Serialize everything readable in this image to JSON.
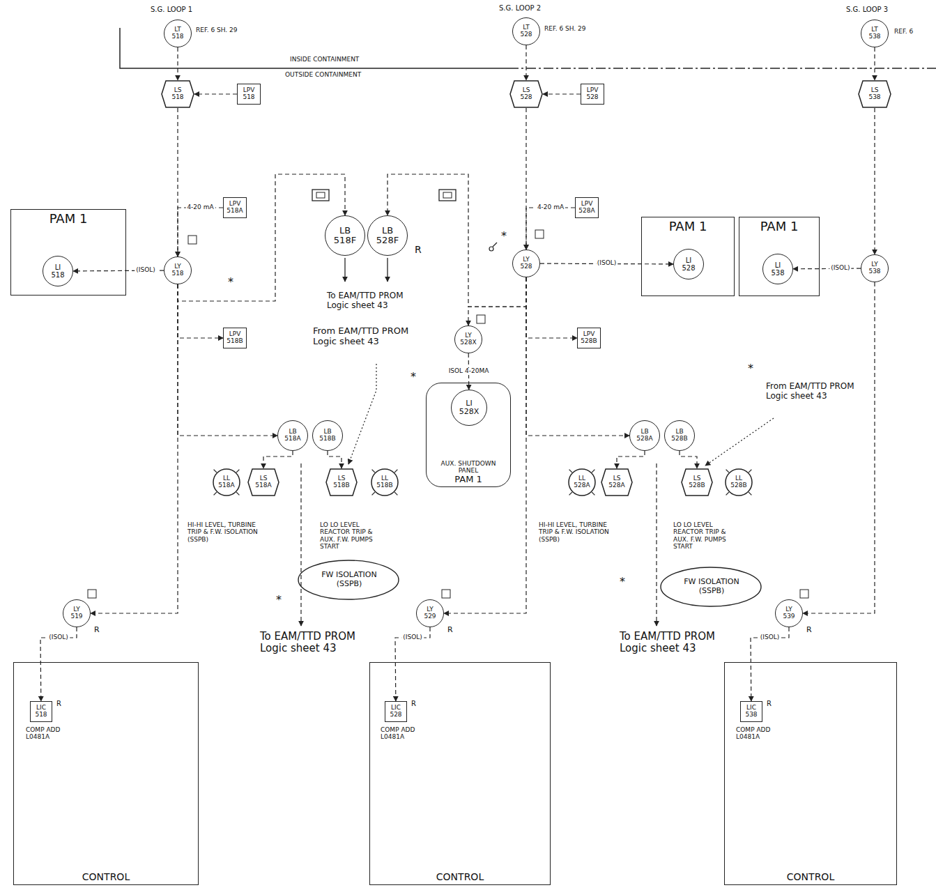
{
  "diagram": {
    "nodes": [
      {
        "text": [
          "LT",
          "518"
        ]
      },
      {
        "text": [
          "LS",
          "518"
        ]
      },
      {
        "text": [
          "LPV",
          "518"
        ]
      },
      {
        "text": [
          "LT",
          "528"
        ]
      },
      {
        "text": [
          "LS",
          "528"
        ]
      },
      {
        "text": [
          "LPV",
          "528"
        ]
      },
      {
        "text": [
          "LT",
          "538"
        ]
      },
      {
        "text": [
          "LS",
          "538"
        ]
      },
      {
        "text": [
          "PAM 1"
        ]
      },
      {
        "text": [
          "LI",
          "518"
        ],
        "in": 8
      },
      {
        "text": [
          "LPV",
          "518A"
        ]
      },
      {
        "text": [
          "LB",
          "518F"
        ]
      },
      {
        "text": [
          "LB",
          "528F"
        ]
      },
      {
        "text": [
          "LPV",
          "528A"
        ]
      },
      {
        "text": [
          "LY",
          "518"
        ]
      },
      {
        "text": [
          "LY",
          "528"
        ]
      },
      {
        "text": [
          "PAM 1"
        ]
      },
      {
        "text": [
          "LI",
          "528"
        ],
        "in": 16
      },
      {
        "text": [
          "PAM 1"
        ]
      },
      {
        "text": [
          "LI",
          "538"
        ],
        "in": 18
      },
      {
        "text": [
          "LY",
          "538"
        ]
      },
      {
        "text": [
          "LPV",
          "518B"
        ]
      },
      {
        "text": [
          "LY",
          "528X"
        ]
      },
      {
        "text": [
          "LPV",
          "528B"
        ]
      },
      {
        "text": [
          "AUX. SHUTDOWN PANEL",
          "PAM 1"
        ]
      },
      {
        "text": [
          "LI",
          "528X"
        ],
        "in": 24
      },
      {
        "text": [
          "LB",
          "518A"
        ]
      },
      {
        "text": [
          "LB",
          "518B"
        ]
      },
      {
        "text": [
          "LB",
          "528A"
        ]
      },
      {
        "text": [
          "LB",
          "528B"
        ]
      },
      {
        "text": [
          "LL",
          "518A"
        ]
      },
      {
        "text": [
          "LS",
          "518A"
        ]
      },
      {
        "text": [
          "LS",
          "518B"
        ]
      },
      {
        "text": [
          "LL",
          "518B"
        ]
      },
      {
        "text": [
          "LL",
          "528A"
        ]
      },
      {
        "text": [
          "LS",
          "528A"
        ]
      },
      {
        "text": [
          "LS",
          "528B"
        ]
      },
      {
        "text": [
          "LL",
          "528B"
        ]
      },
      {
        "text": [
          "LY",
          "519"
        ]
      },
      {
        "text": [
          "LY",
          "529"
        ]
      },
      {
        "text": [
          "LY",
          "539"
        ]
      },
      {
        "text": [
          "CONTROL"
        ]
      },
      {
        "text": [
          "LIC",
          "518"
        ],
        "in": 41
      },
      {
        "text": [
          "CONTROL"
        ]
      },
      {
        "text": [
          "LIC",
          "528"
        ],
        "in": 43
      },
      {
        "text": [
          "CONTROL"
        ]
      },
      {
        "text": [
          "LIC",
          "538"
        ],
        "in": 45
      }
    ],
    "edges": [
      {
        "from": 0,
        "to": 1,
        "arrow": "to"
      },
      {
        "from": 2,
        "to": 1,
        "arrow": "to"
      },
      {
        "from": 1,
        "to": 14,
        "arrow": "to"
      },
      {
        "from": 14,
        "to": 9,
        "label": "(ISOL)",
        "arrow": "to"
      },
      {
        "from": 10,
        "to": 14,
        "label": "4-20 mA",
        "arrow": "to"
      },
      {
        "from": 14,
        "to": 11,
        "arrow": "to"
      },
      {
        "from": 15,
        "to": 12,
        "arrow": "to"
      },
      {
        "from": 15,
        "to": 22,
        "arrow": "to"
      },
      {
        "from": 22,
        "to": 25,
        "label": "ISOL 4-20MA",
        "arrow": "to"
      },
      {
        "from": 14,
        "to": 21,
        "arrow": "to"
      },
      {
        "from": 14,
        "to": 26,
        "arrow": "to"
      },
      {
        "from": 14,
        "to": 38,
        "arrow": "to"
      },
      {
        "from": 13,
        "to": 15,
        "label": "4-20 mA",
        "arrow": "to"
      },
      {
        "from": 3,
        "to": 4,
        "arrow": "to"
      },
      {
        "from": 5,
        "to": 4,
        "arrow": "to"
      },
      {
        "from": 4,
        "to": 15,
        "arrow": "to"
      },
      {
        "from": 15,
        "to": 17,
        "label": "(ISOL)",
        "arrow": "to"
      },
      {
        "from": 15,
        "to": 23,
        "arrow": "to"
      },
      {
        "from": 15,
        "to": 28,
        "arrow": "to"
      },
      {
        "from": 15,
        "to": 39,
        "arrow": "to"
      },
      {
        "from": 6,
        "to": 7,
        "arrow": "to"
      },
      {
        "from": 7,
        "to": 20,
        "arrow": "to"
      },
      {
        "from": 20,
        "to": 19,
        "label": "(ISOL)",
        "arrow": "to"
      },
      {
        "from": 20,
        "to": 40,
        "arrow": "to"
      },
      {
        "from": 26,
        "to": 31,
        "arrow": "to"
      },
      {
        "from": 27,
        "to": 32,
        "arrow": "to"
      },
      {
        "from": 28,
        "to": 35,
        "arrow": "to"
      },
      {
        "from": 29,
        "to": 36,
        "arrow": "to"
      },
      {
        "from": 38,
        "to": 42,
        "label": "(ISOL)",
        "arrow": "to"
      },
      {
        "from": 39,
        "to": 44,
        "label": "(ISOL)",
        "arrow": "to"
      },
      {
        "from": 40,
        "to": 46,
        "label": "(ISOL)",
        "arrow": "to"
      }
    ],
    "labels": [
      "S.G. LOOP 1",
      "REF. 6 SH. 29",
      "S.G. LOOP 2",
      "REF. 6 SH. 29",
      "S.G. LOOP 3",
      "REF. 6",
      "INSIDE CONTAINMENT",
      "OUTSIDE CONTAINMENT",
      "To EAM/TTD PROM Logic sheet 43",
      "R",
      "From EAM/TTD PROM Logic sheet 43",
      "*",
      "*",
      "*",
      "HI-HI LEVEL, TURBINE TRIP & F.W. ISOLATION (SSPB)",
      "LO LO LEVEL REACTOR TRIP & AUX. F.W. PUMPS START",
      "FW ISOLATION (SSPB)",
      "*",
      "To EAM/TTD PROM Logic sheet 43",
      "HI-HI LEVEL, TURBINE TRIP & F.W. ISOLATION (SSPB)",
      "LO LO LEVEL REACTOR TRIP & AUX. F.W. PUMPS START",
      "FW ISOLATION (SSPB)",
      "*",
      "To EAM/TTD PROM Logic sheet 43",
      "From EAM/TTD PROM Logic sheet 43",
      "*",
      "COMP ADD L0481A",
      "COMP ADD L0481A",
      "COMP ADD L0481A",
      "R",
      "R",
      "R",
      "R",
      "R",
      "R"
    ]
  }
}
